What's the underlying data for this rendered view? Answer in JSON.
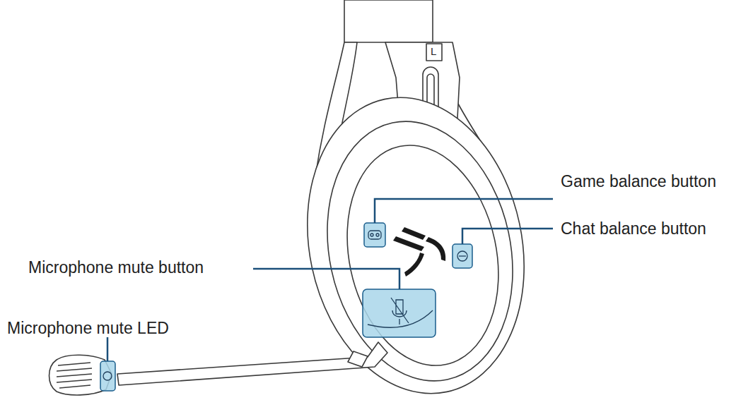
{
  "diagram": {
    "labels": [
      "L",
      "Game balance button",
      "Chat balance button",
      "Microphone mute button",
      "Microphone mute LED"
    ]
  }
}
